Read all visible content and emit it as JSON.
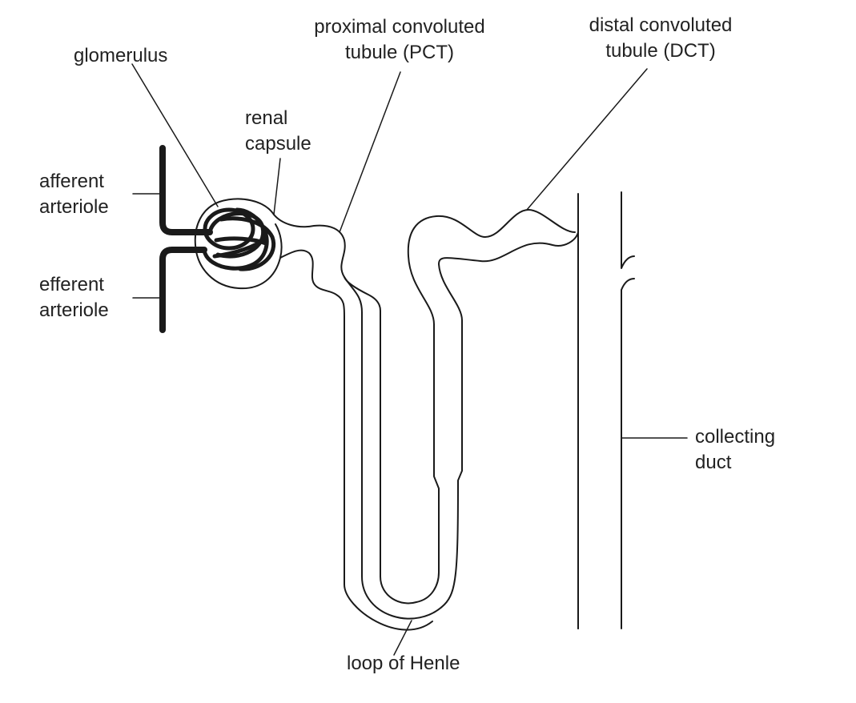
{
  "labels": {
    "glomerulus": "glomerulus",
    "pct_line1": "proximal convoluted",
    "pct_line2": "tubule (PCT)",
    "dct_line1": "distal convoluted",
    "dct_line2": "tubule (DCT)",
    "renal_capsule_line1": "renal",
    "renal_capsule_line2": "capsule",
    "afferent_line1": "afferent",
    "afferent_line2": "arteriole",
    "efferent_line1": "efferent",
    "efferent_line2": "arteriole",
    "collecting_line1": "collecting",
    "collecting_line2": "duct",
    "loop_of_henle": "loop of Henle"
  },
  "colors": {
    "line": "#1a1a1a",
    "text": "#222222",
    "background": "#ffffff"
  }
}
